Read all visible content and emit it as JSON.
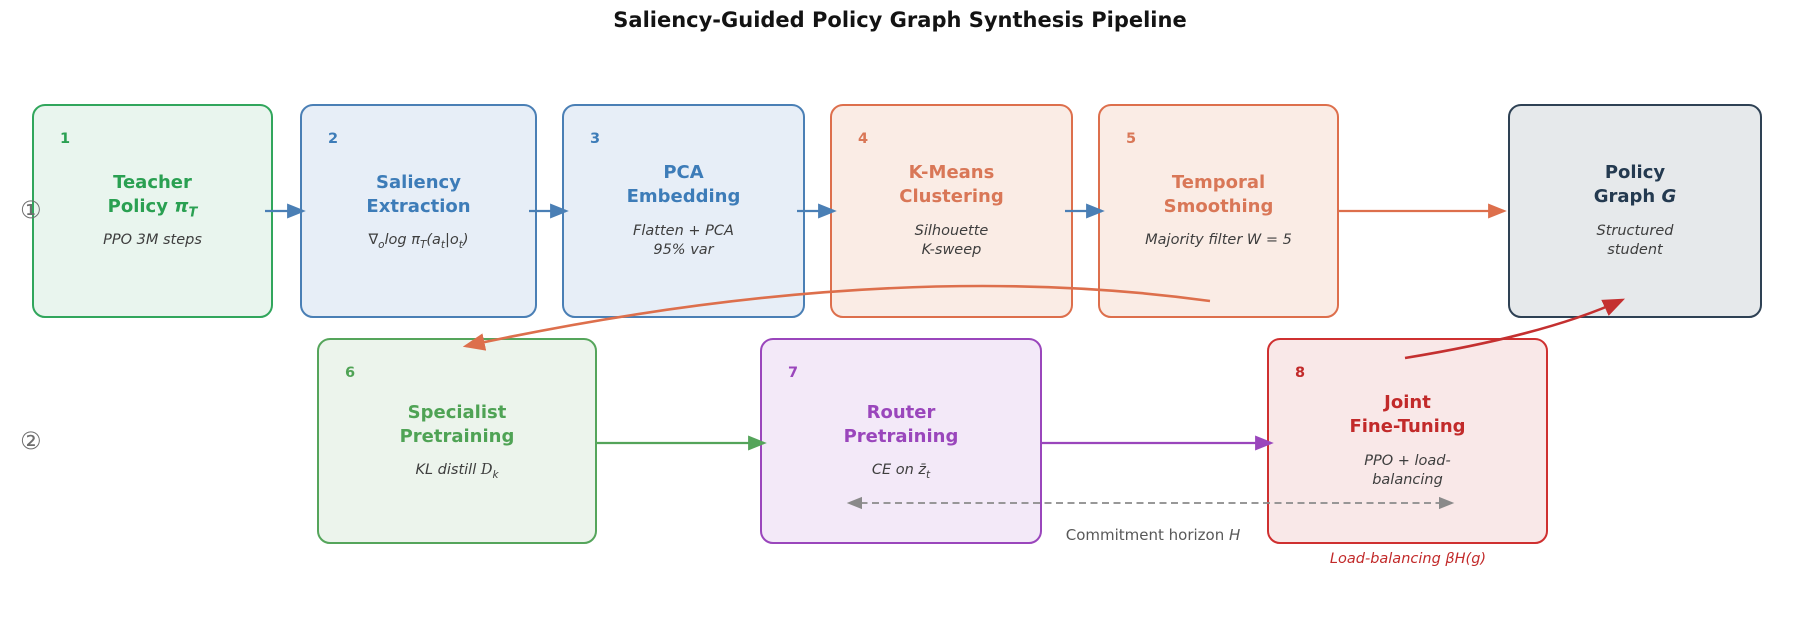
{
  "title": "Saliency-Guided Policy Graph Synthesis Pipeline",
  "rows": [
    {
      "label": "①"
    },
    {
      "label": "②"
    }
  ],
  "boxes": [
    {
      "num": "1",
      "title_line1": "Teacher",
      "title_line2": "Policy <i>π<sub>T</sub></i>",
      "subtitle": "PPO 3M steps",
      "border": "#31a65c",
      "fill": "#e9f5ee",
      "text": "#2aa052"
    },
    {
      "num": "2",
      "title_line1": "Saliency",
      "title_line2": "Extraction",
      "subtitle": "∇<sub>o</sub>log π<sub>T</sub>(a<sub>t</sub>|o<sub>t</sub>)",
      "border": "#4a7fb5",
      "fill": "#e7eef7",
      "text": "#3d7cb8"
    },
    {
      "num": "3",
      "title_line1": "PCA",
      "title_line2": "Embedding",
      "subtitle": "Flatten + PCA<br>95% var",
      "border": "#4a7fb5",
      "fill": "#e7eef7",
      "text": "#3d7cb8"
    },
    {
      "num": "4",
      "title_line1": "K-Means",
      "title_line2": "Clustering",
      "subtitle": "Silhouette<br>K-sweep",
      "border": "#dd6f4c",
      "fill": "#faece5",
      "text": "#d97757"
    },
    {
      "num": "5",
      "title_line1": "Temporal",
      "title_line2": "Smoothing",
      "subtitle": "Majority filter W = 5",
      "border": "#dd6f4c",
      "fill": "#faece5",
      "text": "#d97757"
    },
    {
      "num": "",
      "title_line1": "Policy",
      "title_line2": "Graph <i>G</i>",
      "subtitle": "Structured<br>student",
      "border": "#2e4154",
      "fill": "#e6e9eb",
      "text": "#243a50"
    },
    {
      "num": "6",
      "title_line1": "Specialist",
      "title_line2": "Pretraining",
      "subtitle": "KL distill <span class=\"scr\">D</span><sub>k</sub>",
      "border": "#55a55b",
      "fill": "#ecf4ec",
      "text": "#4fa355"
    },
    {
      "num": "7",
      "title_line1": "Router",
      "title_line2": "Pretraining",
      "subtitle": "CE on z̄<sub>t</sub>",
      "border": "#9a46bc",
      "fill": "#f3e9f8",
      "text": "#9a46bc"
    },
    {
      "num": "8",
      "title_line1": "Joint",
      "title_line2": "Fine-Tuning",
      "subtitle": "PPO + load-<br>balancing",
      "border": "#cf3030",
      "fill": "#f9e8e8",
      "text": "#c22a2a"
    }
  ],
  "annotations": {
    "commitment_horizon": "Commitment horizon <i>H</i>",
    "load_balancing": "Load-balancing βH(g)"
  },
  "arrow_colors": {
    "blue": "#4a7fb5",
    "orange": "#dd6f4c",
    "green": "#54a45a",
    "purple": "#9a46bc",
    "red": "#c43030",
    "gray": "#8a8a8a"
  },
  "arrows": [
    {
      "from": "teacher-policy",
      "to": "saliency-extraction",
      "color": "blue",
      "style": "solid"
    },
    {
      "from": "saliency-extraction",
      "to": "pca-embedding",
      "color": "blue",
      "style": "solid"
    },
    {
      "from": "pca-embedding",
      "to": "k-means-clustering",
      "color": "blue",
      "style": "solid"
    },
    {
      "from": "k-means-clustering",
      "to": "temporal-smoothing",
      "color": "blue",
      "style": "solid"
    },
    {
      "from": "temporal-smoothing",
      "to": "policy-graph",
      "color": "orange",
      "style": "solid"
    },
    {
      "from": "temporal-smoothing",
      "to": "specialist-pretraining",
      "color": "orange",
      "style": "curved"
    },
    {
      "from": "specialist-pretraining",
      "to": "router-pretraining",
      "color": "green",
      "style": "solid"
    },
    {
      "from": "router-pretraining",
      "to": "joint-fine-tuning",
      "color": "purple",
      "style": "solid"
    },
    {
      "from": "joint-fine-tuning",
      "to": "policy-graph",
      "color": "red",
      "style": "curved"
    },
    {
      "from": "router-pretraining",
      "to": "joint-fine-tuning",
      "color": "gray",
      "style": "dashed-double"
    }
  ]
}
